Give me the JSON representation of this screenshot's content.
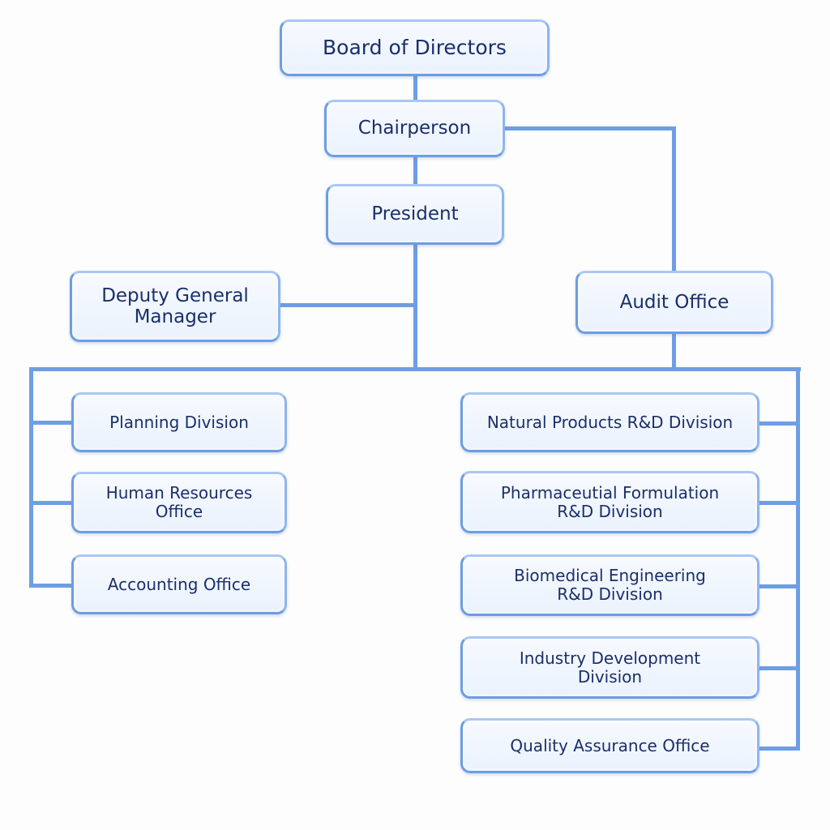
{
  "diagram": {
    "type": "organization-chart",
    "colors": {
      "connector": "#6e9ee3",
      "box_border": "#6d9de2",
      "box_fill": "#eef4fd",
      "text": "#1a2f6b"
    },
    "nodes": {
      "board": "Board of Directors",
      "chairperson": "Chairperson",
      "president": "President",
      "deputy_gm": "Deputy General\nManager",
      "audit": "Audit Office",
      "left_units": [
        "Planning Division",
        "Human Resources\nOffice",
        "Accounting Office"
      ],
      "right_units": [
        "Natural Products R&D Division",
        "Pharmaceutial Formulation\nR&D Division",
        "Biomedical Engineering\nR&D Division",
        "Industry Development\nDivision",
        "Quality Assurance Office"
      ]
    },
    "edges": [
      [
        "Board of Directors",
        "Chairperson"
      ],
      [
        "Chairperson",
        "President"
      ],
      [
        "Chairperson",
        "Audit Office"
      ],
      [
        "President",
        "Deputy General Manager"
      ],
      [
        "President",
        "Planning Division"
      ],
      [
        "President",
        "Human Resources Office"
      ],
      [
        "President",
        "Accounting Office"
      ],
      [
        "Audit Office",
        "Natural Products R&D Division"
      ],
      [
        "Audit Office",
        "Pharmaceutial Formulation R&D Division"
      ],
      [
        "Audit Office",
        "Biomedical Engineering R&D Division"
      ],
      [
        "Audit Office",
        "Industry Development Division"
      ],
      [
        "Audit Office",
        "Quality Assurance Office"
      ]
    ]
  }
}
